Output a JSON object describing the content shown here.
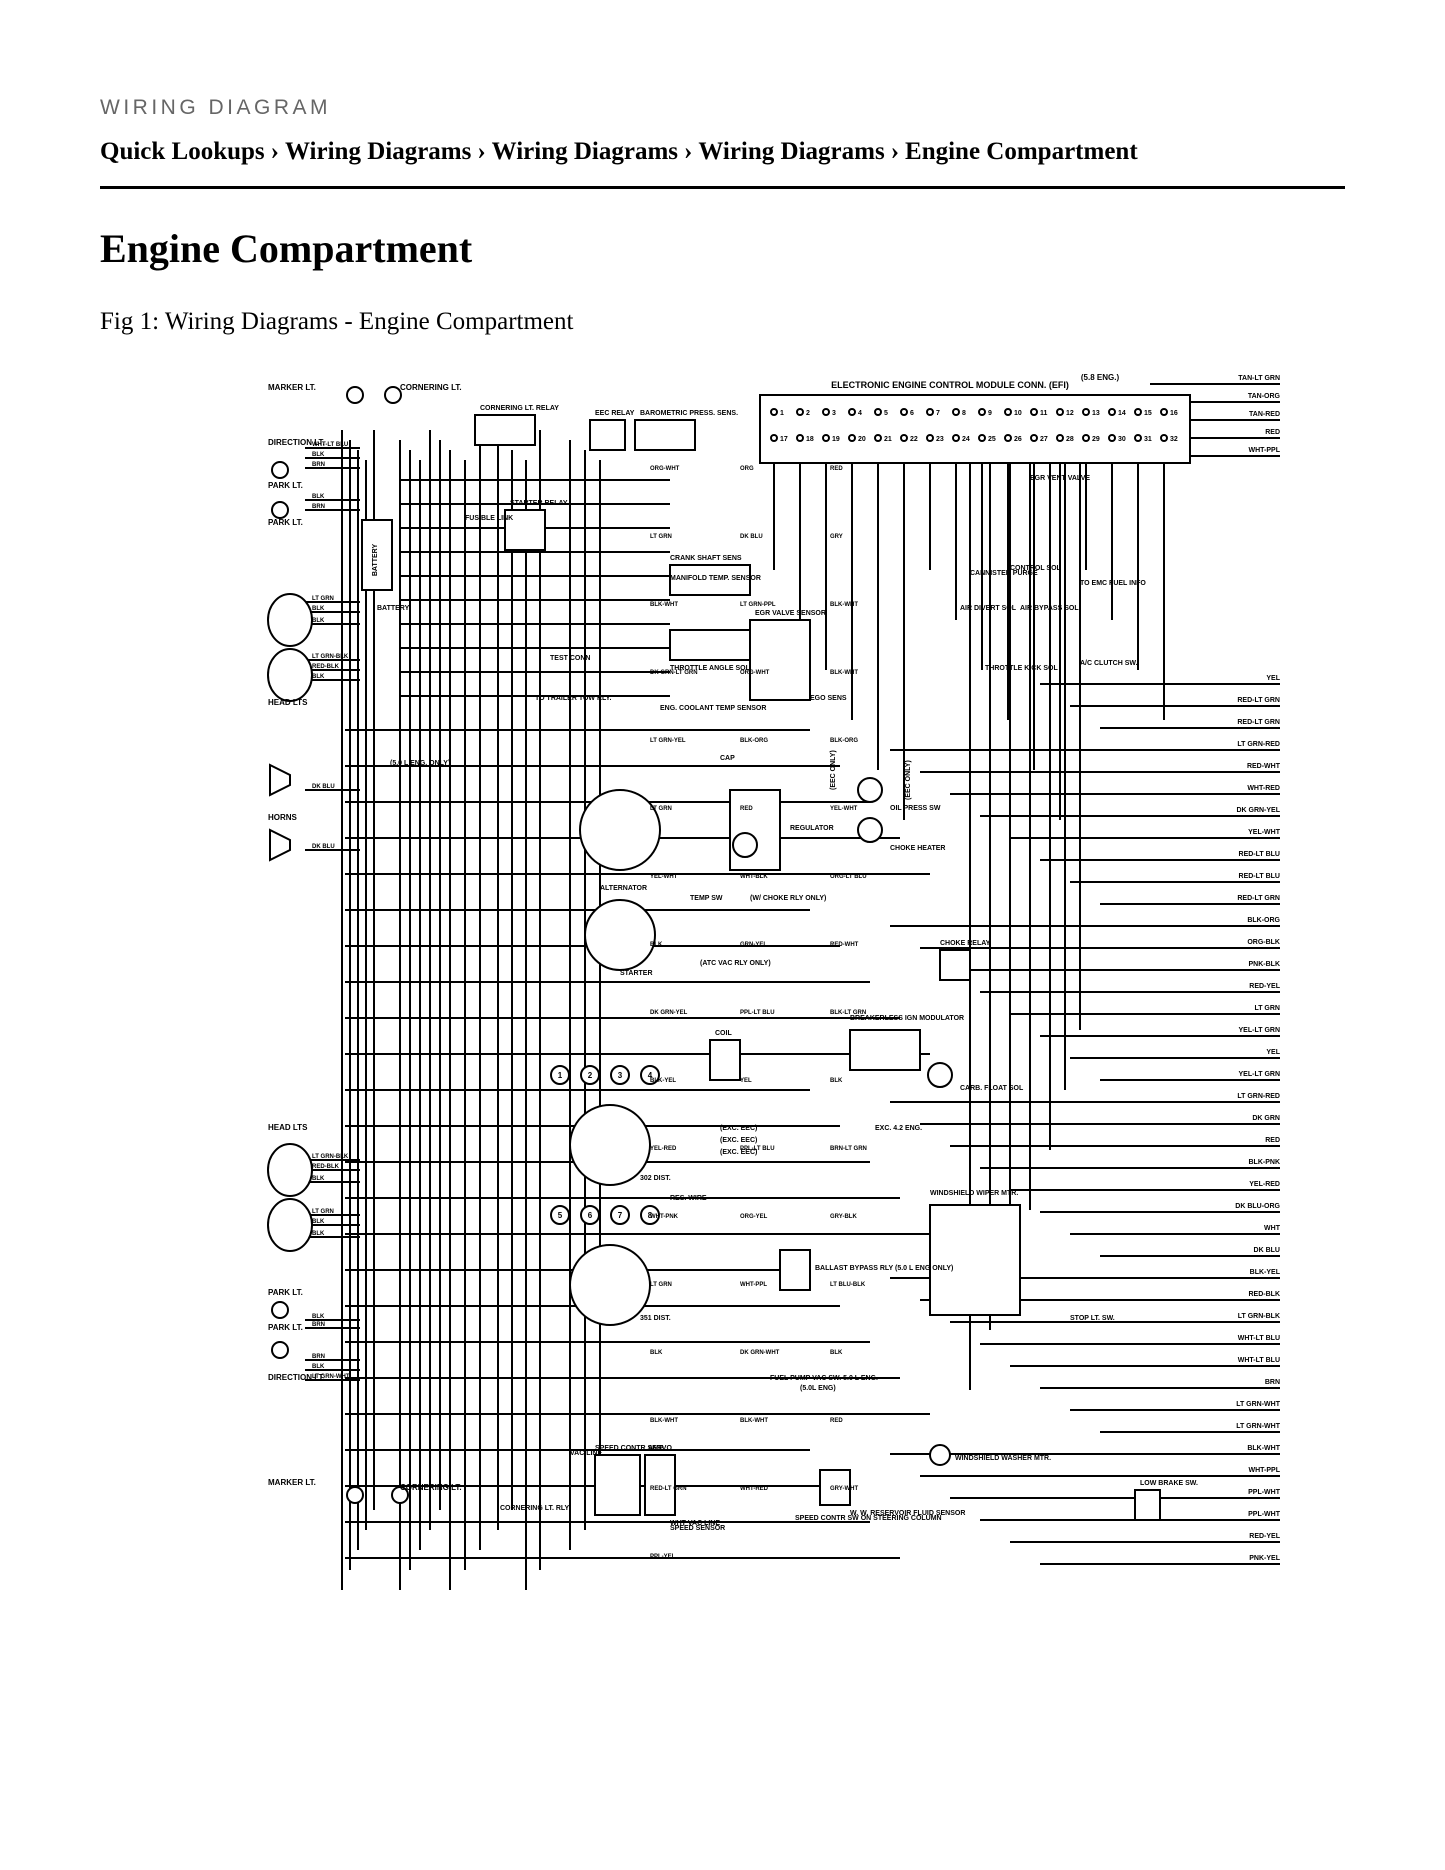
{
  "header": {
    "eyebrow": "WIRING DIAGRAM",
    "breadcrumb": [
      "Quick Lookups",
      "Wiring Diagrams",
      "Wiring Diagrams",
      "Wiring Diagrams",
      "Engine Compartment"
    ],
    "separator": "›"
  },
  "page_title": "Engine Compartment",
  "figure_caption": "Fig 1: Wiring Diagrams - Engine Compartment",
  "diagram": {
    "module_title": "ELECTRONIC ENGINE CONTROL MODULE CONN. (EFI)",
    "module_note": "(5.8 ENG.)",
    "left_labels": [
      "MARKER LT.",
      "CORNERING LT.",
      "DIRECTION LT.",
      "PARK LT.",
      "PARK LT.",
      "HEAD LTS",
      "HORNS",
      "HEAD LTS",
      "PARK LT.",
      "PARK LT.",
      "DIRECTION LT.",
      "MARKER LT.",
      "CORNERING LT."
    ],
    "components": [
      "CORNERING LT. RELAY",
      "EEC RELAY",
      "BAROMETRIC PRESS. SENS.",
      "STARTER RELAY",
      "BATTERY",
      "FUSIBLE LINK",
      "CRANK SHAFT SENS",
      "MANIFOLD TEMP. SENSOR",
      "THROTTLE ANGLE SOL",
      "EGR VALVE SENSOR",
      "EGO SENS",
      "ENG. COOLANT TEMP SENSOR",
      "TEST CONN",
      "TO TRAILER TOW RLY.",
      "ALTERNATOR",
      "REGULATOR",
      "CAP",
      "STARTER",
      "OIL PRESS SW",
      "CHOKE HEATER",
      "TEMP SW",
      "CHOKE RELAY",
      "COIL",
      "BREAKERLESS IGN MODULATOR",
      "CARB. FLOAT SOL",
      "302 DIST.",
      "351 DIST.",
      "RES. WIRE",
      "BALLAST BYPASS RLY (5.0 L ENG ONLY)",
      "WINDSHIELD WIPER MTR.",
      "STOP LT. SW.",
      "FUEL PUMP VAC SW. 5.0 L ENG.",
      "SPEED CONTR SERVO",
      "AMP",
      "SPEED SENSOR",
      "SPEED CONTR SW ON STEERING COLUMN",
      "W. W. RESERVOIR FLUID SENSOR",
      "WINDSHIELD WASHER MTR.",
      "LOW BRAKE SW.",
      "CORNERING LT. RLY",
      "EGR VENT VALVE",
      "CANNISTER PURGE",
      "CONTROL SOL",
      "AIR DIVERT SOL",
      "AIR BYPASS SOL",
      "THROTTLE KICK SOL",
      "A/C CLUTCH SW.",
      "TO EMC FUEL INFO"
    ],
    "notes": [
      "(5.0 L ENG. ONLY)",
      "(EEC ONLY)",
      "(EEC ONLY)",
      "(W/ CHOKE RLY ONLY)",
      "(ATC VAC RLY ONLY)",
      "(EXC. EEC)",
      "(EXC. EEC)",
      "(EXC. EEC)",
      "EXC. 4.2 ENG.",
      "(5.0L ENG)",
      "VAC LINE",
      "WHT VAC LINE"
    ],
    "right_wires": [
      "TAN-LT GRN",
      "TAN-ORG",
      "TAN-RED",
      "RED",
      "WHT-PPL",
      "YEL",
      "RED-LT GRN",
      "RED-LT GRN",
      "LT GRN-RED",
      "RED-WHT",
      "WHT-RED",
      "DK GRN-YEL",
      "YEL-WHT",
      "RED-LT BLU",
      "RED-LT BLU",
      "RED-LT GRN",
      "BLK-ORG",
      "ORG-BLK",
      "PNK-BLK",
      "RED-YEL",
      "LT GRN",
      "YEL-LT GRN",
      "YEL",
      "YEL-LT GRN",
      "LT GRN-RED",
      "DK GRN",
      "RED",
      "BLK-PNK",
      "YEL-RED",
      "DK BLU-ORG",
      "WHT",
      "DK BLU",
      "BLK-YEL",
      "RED-BLK",
      "LT GRN-BLK",
      "WHT-LT BLU",
      "WHT-LT BLU",
      "BRN",
      "LT GRN-WHT",
      "LT GRN-WHT",
      "BLK-WHT",
      "WHT-PPL",
      "PPL-WHT",
      "PPL-WHT",
      "RED-YEL",
      "PNK-YEL"
    ],
    "left_wires": [
      "WHT-LT BLU",
      "BLK",
      "BRN",
      "BLK",
      "BRN",
      "LT GRN",
      "BLK",
      "BLK",
      "LT GRN-BLK",
      "RED-BLK",
      "BLK",
      "DK BLU",
      "DK BLU",
      "LT GRN-BLK",
      "RED-BLK",
      "BLK",
      "LT GRN",
      "BLK",
      "BLK",
      "BLK",
      "BRN",
      "BRN",
      "BLK",
      "LT GRN-WHT"
    ],
    "center_wires": [
      "ORG-WHT",
      "ORG",
      "RED",
      "LT GRN",
      "DK BLU",
      "GRY",
      "BLK-WHT",
      "LT GRN-PPL",
      "BLK-WHT",
      "DK GRN-LT GRN",
      "ORG-WHT",
      "BLK-WHT",
      "LT GRN-YEL",
      "BLK-ORG",
      "BLK-ORG",
      "LT GRN",
      "RED",
      "YEL-WHT",
      "YEL-WHT",
      "WHT-BLK",
      "ORG-LT BLU",
      "BLK",
      "GRN-YEL",
      "RED-WHT",
      "DK GRN-YEL",
      "PPL-LT BLU",
      "BLK-LT GRN",
      "BLK-YEL",
      "YEL",
      "BLK",
      "YEL-RED",
      "PPL-LT BLU",
      "BRN-LT GRN",
      "WHT-PNK",
      "ORG-YEL",
      "GRY-BLK",
      "LT GRN",
      "WHT-PPL",
      "LT BLU-BLK",
      "BLK",
      "DK GRN-WHT",
      "BLK",
      "BLK-WHT",
      "BLK-WHT",
      "RED",
      "RED-LT GRN",
      "WHT-RED",
      "GRY-WHT",
      "PPL-YEL"
    ],
    "dist_302": [
      "1",
      "2",
      "3",
      "4",
      "5",
      "6",
      "7",
      "8"
    ],
    "dist_351": [
      "5",
      "6",
      "7",
      "8"
    ]
  }
}
